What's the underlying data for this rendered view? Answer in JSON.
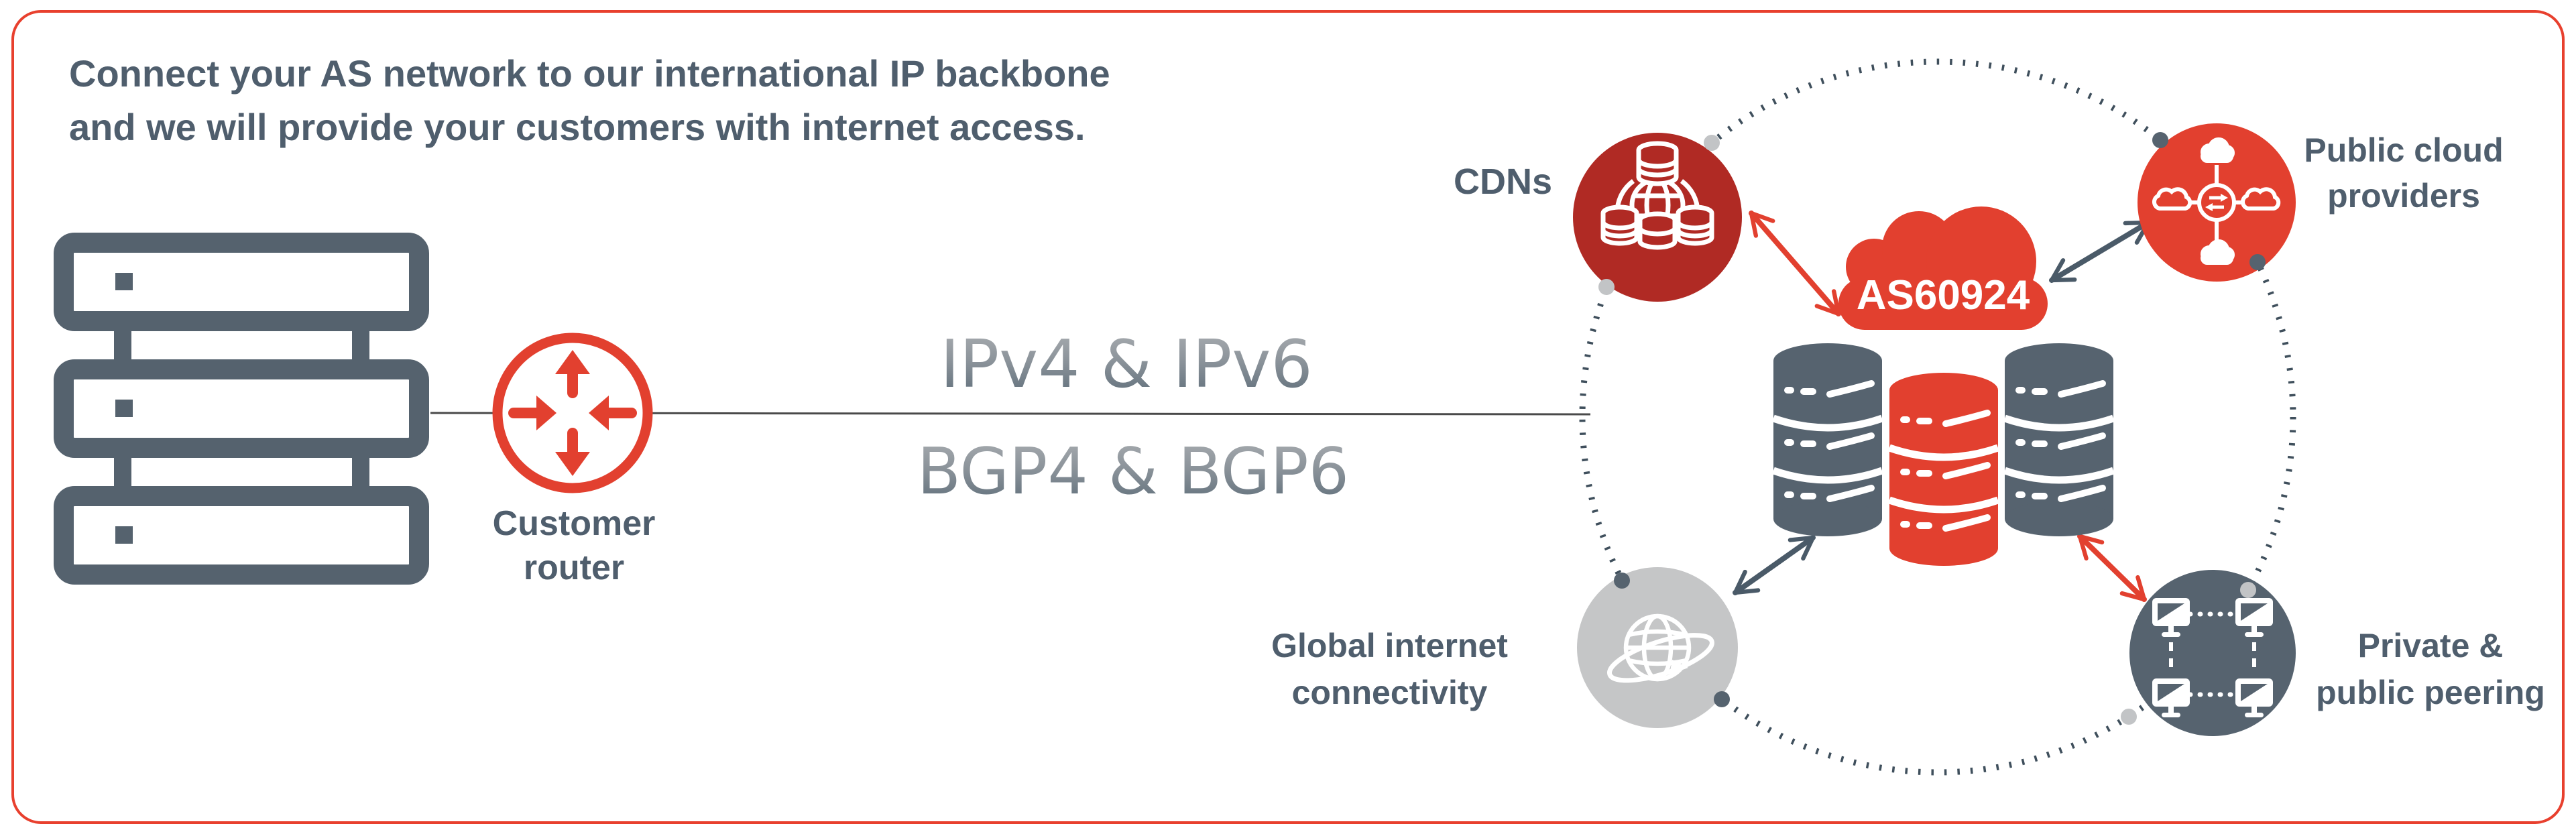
{
  "headline": {
    "line1": "Connect your AS network to our international IP backbone",
    "line2": "and we will provide your customers with internet access."
  },
  "link": {
    "protocols_line1": "IPv4 & IPv6",
    "protocols_line2": "BGP4 & BGP6"
  },
  "customer_router": {
    "label": "Customer router"
  },
  "backbone": {
    "as_number": "AS60924"
  },
  "nodes": {
    "cdns": {
      "label": "CDNs"
    },
    "public_cloud": {
      "label_line1": "Public cloud",
      "label_line2": "providers"
    },
    "global_internet": {
      "label_line1": "Global internet",
      "label_line2": "connectivity"
    },
    "peering": {
      "label_line1": "Private &",
      "label_line2": "public peering"
    }
  },
  "icons": [
    "server-stack-icon",
    "router-icon",
    "cdn-databases-globe-icon",
    "cloud-exchange-icon",
    "as-cloud-icon",
    "database-cluster-icon",
    "globe-orbit-icon",
    "peering-monitors-icon",
    "dotted-ring"
  ],
  "colors": {
    "accent_red": "#e2402f",
    "border_red": "#e8402e",
    "dark_red": "#b02a24",
    "slate": "#56636f",
    "text_slate": "#4f5e6d",
    "light_gray": "#c5c6c7",
    "dot_dark": "#4a5a68",
    "protocol_gray_top": "#a7abaf",
    "protocol_gray_bottom": "#5f6e7a"
  }
}
